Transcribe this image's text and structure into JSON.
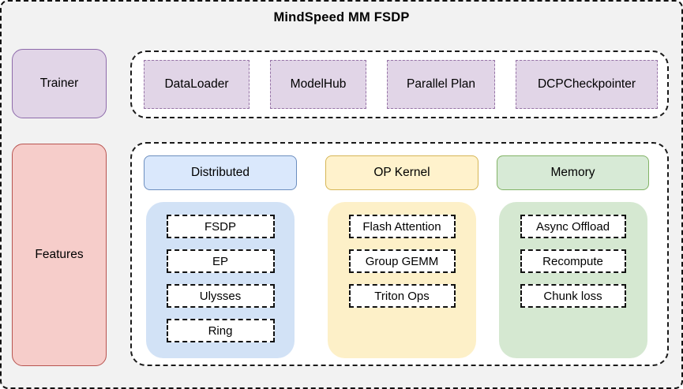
{
  "title": "MindSpeed MM FSDP",
  "trainer": {
    "label": "Trainer"
  },
  "components": {
    "items": [
      {
        "label": "DataLoader"
      },
      {
        "label": "ModelHub"
      },
      {
        "label": "Parallel Plan"
      },
      {
        "label": "DCPCheckpointer"
      }
    ]
  },
  "features": {
    "label": "Features",
    "columns": [
      {
        "label": "Distributed",
        "items": [
          "FSDP",
          "EP",
          "Ulysses",
          "Ring"
        ]
      },
      {
        "label": "OP Kernel",
        "items": [
          "Flash Attention",
          "Group GEMM",
          "Triton Ops"
        ]
      },
      {
        "label": "Memory",
        "items": [
          "Async Offload",
          "Recompute",
          "Chunk loss"
        ]
      }
    ]
  },
  "colors": {
    "background": "#f2f2f2",
    "container_fill": "#ffffff",
    "dashed_border": "#1a1a1a",
    "purple_fill": "#e1d5e7",
    "purple_stroke": "#9673a6",
    "red_fill": "#f6cdca",
    "red_stroke": "#b85450",
    "blue_header_fill": "#dae8fc",
    "blue_stroke": "#6c8ebf",
    "blue_body_fill": "#d2e2f6",
    "yellow_header_fill": "#fff2cc",
    "yellow_stroke": "#d6b656",
    "yellow_body_fill": "#fdf0c8",
    "green_header_fill": "#d7ead6",
    "green_stroke": "#82b366",
    "green_body_fill": "#d5e8d1"
  }
}
